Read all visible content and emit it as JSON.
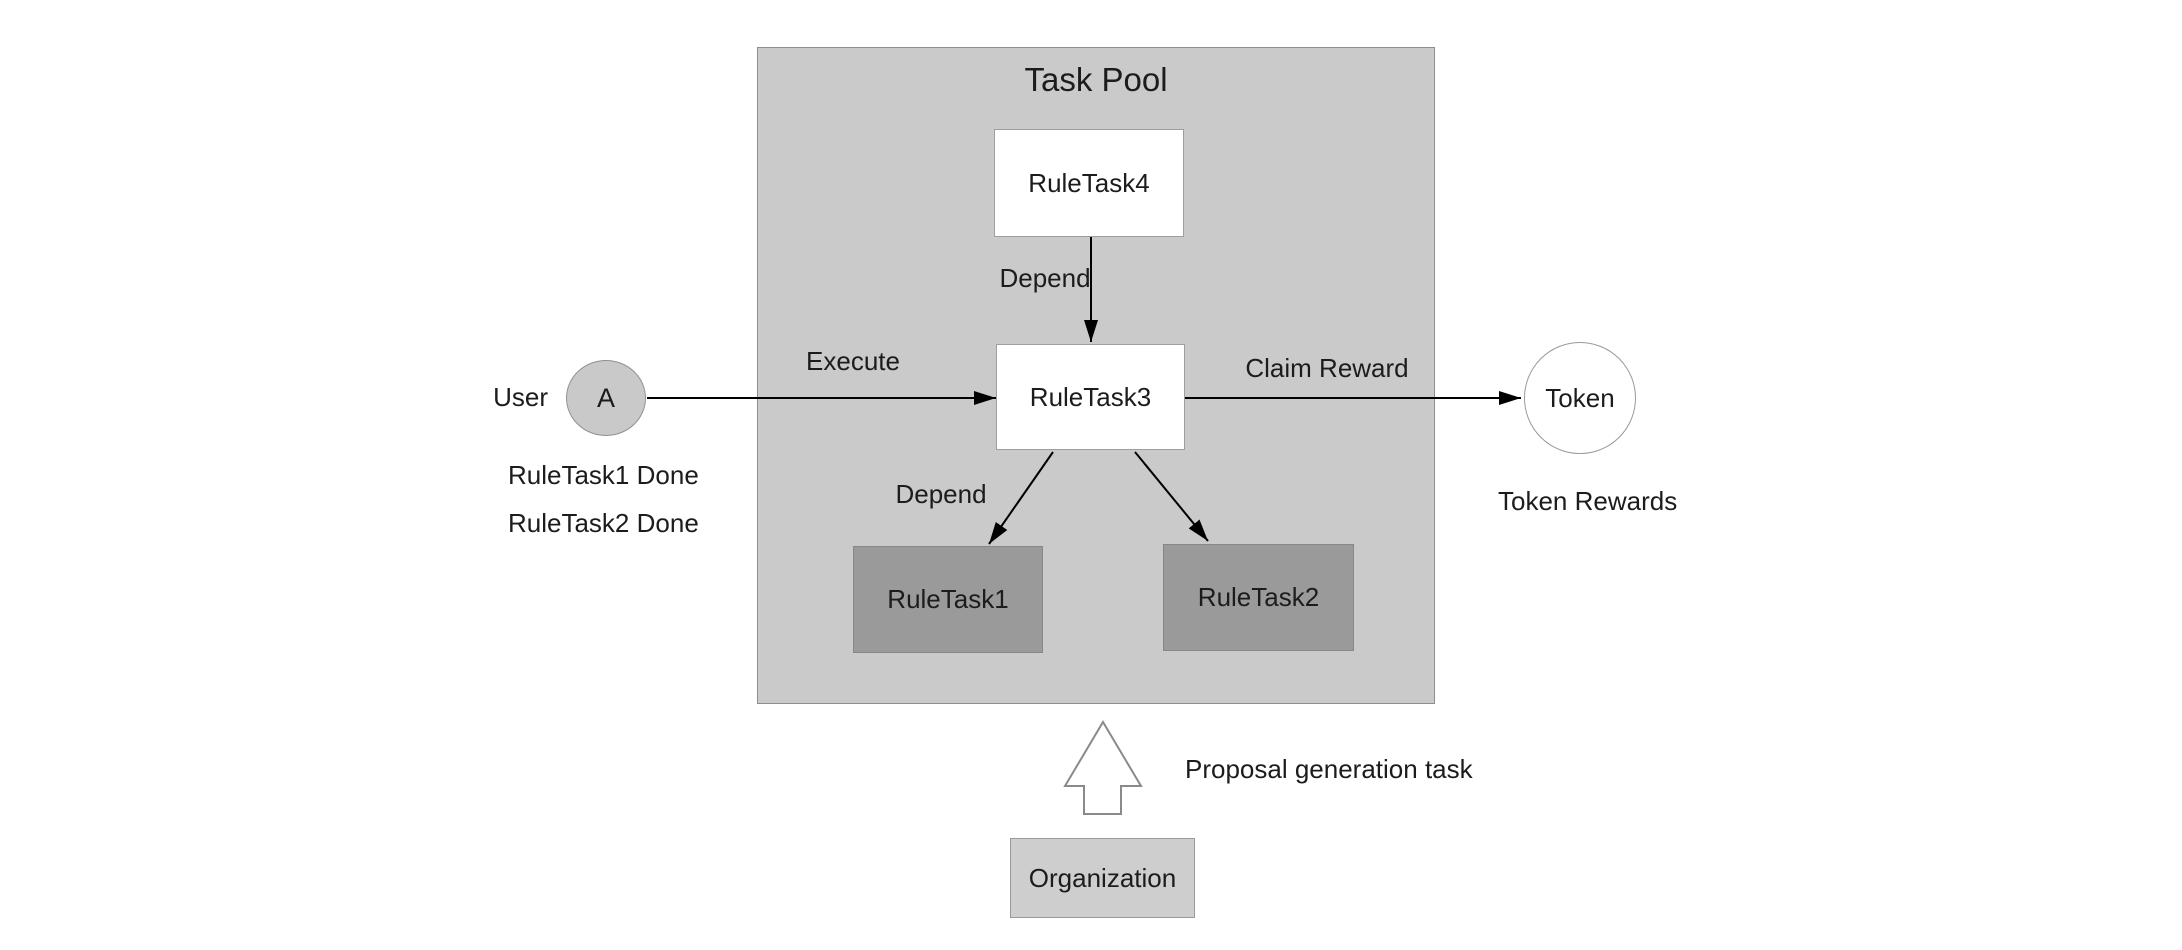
{
  "task_pool": {
    "title": "Task Pool"
  },
  "nodes": {
    "ruletask4": "RuleTask4",
    "ruletask3": "RuleTask3",
    "ruletask1": "RuleTask1",
    "ruletask2": "RuleTask2",
    "organization": "Organization",
    "user_avatar": "A",
    "token": "Token"
  },
  "labels": {
    "user": "User",
    "ruletask1_done": "RuleTask1 Done",
    "ruletask2_done": "RuleTask2 Done",
    "execute": "Execute",
    "claim_reward": "Claim Reward",
    "depend_top": "Depend",
    "depend_bottom": "Depend",
    "token_rewards": "Token Rewards",
    "proposal_generation": "Proposal generation task"
  },
  "colors": {
    "canvas_background": "#ffffff",
    "pool_fill": "#cacaca",
    "pool_border": "#8e8e8e",
    "white_task_fill": "#ffffff",
    "white_task_border": "#9e9e9e",
    "dark_task_fill": "#9a9a9a",
    "dark_task_border": "#878787",
    "user_circle_fill": "#c9c9c9",
    "user_circle_border": "#919191",
    "token_circle_fill": "#ffffff",
    "token_circle_border": "#9a9a9a",
    "organization_fill": "#cecece",
    "organization_border": "#9a9a9a",
    "connector_color": "#000000",
    "hollow_arrow_stroke": "#8a8a8a",
    "text_color": "#1c1c1c"
  }
}
